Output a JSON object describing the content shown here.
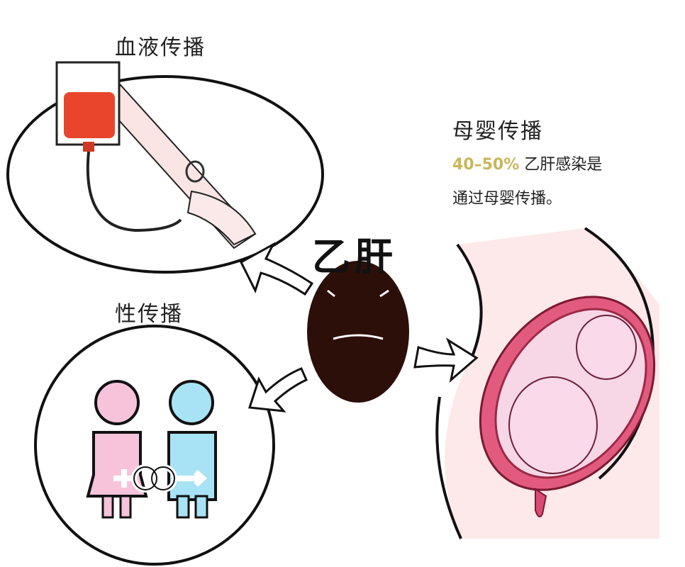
{
  "center": {
    "title": "乙肝",
    "icon": "liver-icon"
  },
  "blood": {
    "label": "血液传播",
    "icon": "blood-transfusion-icon"
  },
  "sexual": {
    "label": "性传播",
    "icon": "couple-gender-symbols-icon"
  },
  "mother": {
    "label": "母婴传播",
    "stat_percent": "40–50%",
    "stat_text_1": "乙肝感染是",
    "stat_text_2": "通过母婴传播。",
    "icon": "pregnant-womb-icon"
  },
  "colors": {
    "blood": "#e8452c",
    "female": "#f6c3db",
    "male": "#a8e3f5",
    "womb": "#e25b7e",
    "liver": "#2b0f08",
    "percent": "#c9b65a"
  }
}
